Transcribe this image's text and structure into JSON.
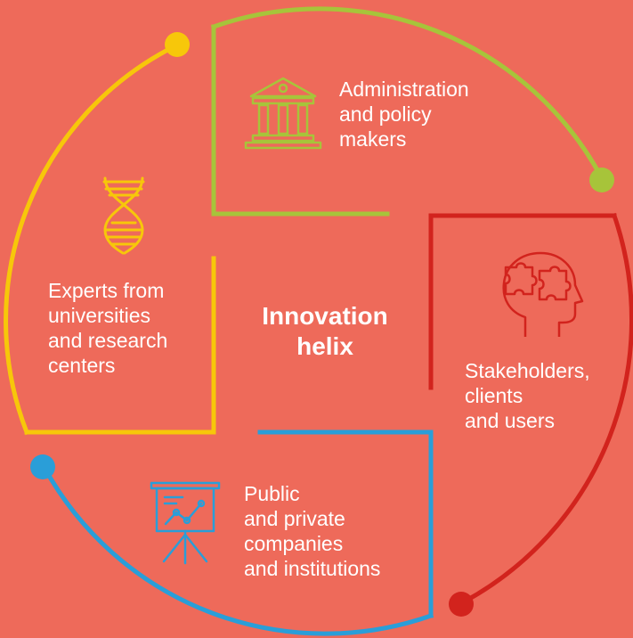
{
  "center": {
    "title": "Innovation\nhelix"
  },
  "segments": {
    "administration": {
      "label": "Administration\nand policy\nmakers",
      "icon": "government-building-icon",
      "color": "#a7c43a"
    },
    "stakeholders": {
      "label": "Stakeholders,\nclients\nand users",
      "icon": "head-puzzle-icon",
      "color": "#d2231d"
    },
    "companies": {
      "label": "Public\nand private\ncompanies\nand institutions",
      "icon": "presentation-chart-icon",
      "color": "#2a9ed8"
    },
    "experts": {
      "label": "Experts from\nuniversities\nand research\ncenters",
      "icon": "dna-icon",
      "color": "#f7c70a"
    }
  },
  "background_color": "#ee6a5a"
}
